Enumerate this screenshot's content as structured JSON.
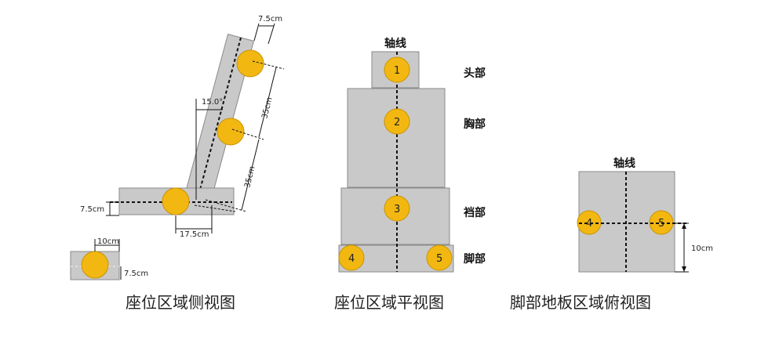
{
  "side_view": {
    "caption": "座位区域侧视图",
    "dim_top_width": "7.5cm",
    "dim_seat_back_upper": "35cm",
    "dim_seat_back_lower": "35cm",
    "dim_angle": "15.0°",
    "dim_seat_height": "7.5cm",
    "dim_seat_offset": "17.5cm",
    "dim_foot_width": "10cm",
    "dim_foot_height": "7.5cm"
  },
  "plan_view": {
    "caption": "座位区域平视图",
    "axis_label": "轴线",
    "regions": [
      "头部",
      "胸部",
      "裆部",
      "脚部"
    ],
    "points": [
      "1",
      "2",
      "3",
      "4",
      "5"
    ]
  },
  "floor_view": {
    "caption": "脚部地板区域俯视图",
    "axis_label": "轴线",
    "points": [
      "4",
      "5"
    ],
    "dim_offset": "10cm"
  },
  "colors": {
    "panel": "#c9c9c9",
    "marker": "#f2b811"
  }
}
